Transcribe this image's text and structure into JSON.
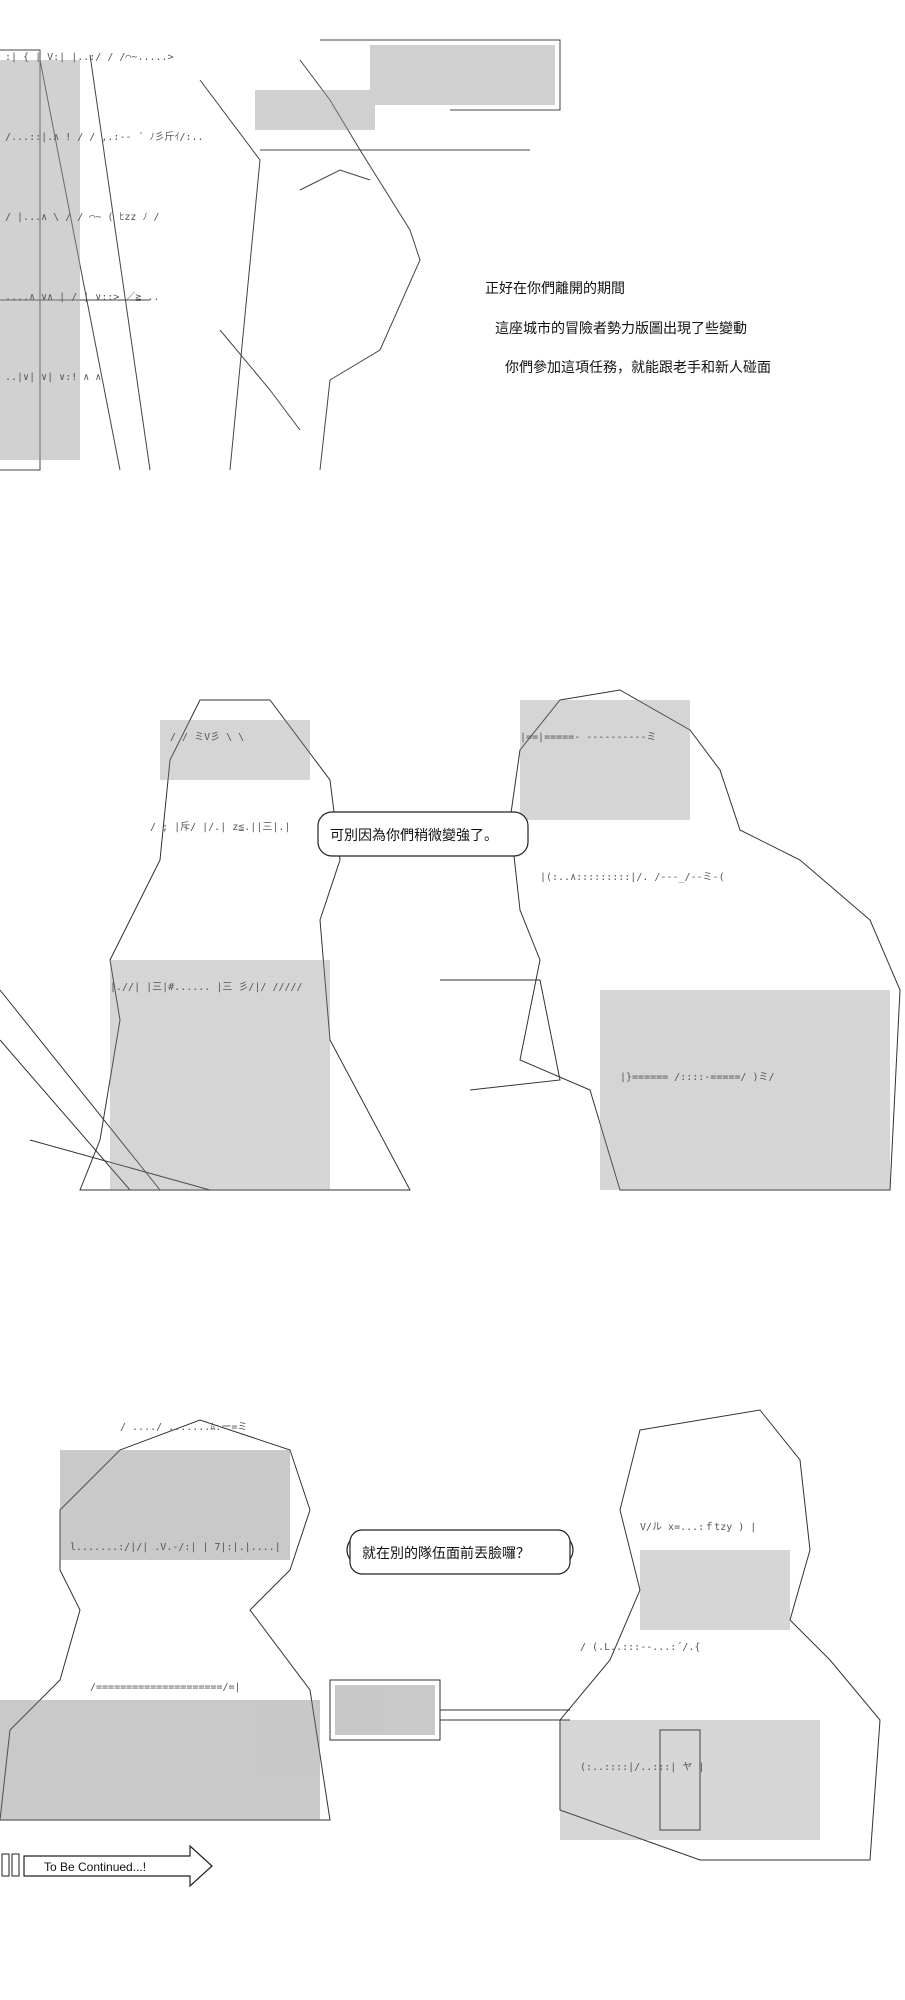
{
  "panels": [
    {
      "narration": [
        "正好在你們離開的期間",
        "這座城市的冒險者勢力版圖出現了些變動",
        "你們參加這項任務，就能跟老手和新人碰面"
      ]
    },
    {
      "bubble": "可別因為你們稍微變強了。"
    },
    {
      "bubble": "就在別的隊伍面前丟臉囉？"
    }
  ],
  "footer": {
    "tbc_label": "To Be Continued...!"
  },
  "colors": {
    "ink": "#111111",
    "paper": "#ffffff",
    "shade": "#777777"
  }
}
